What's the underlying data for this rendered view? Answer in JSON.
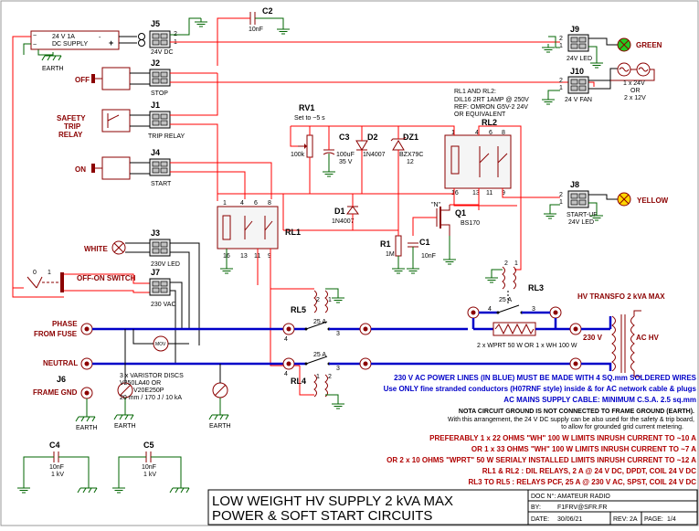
{
  "components": {
    "supply_box": {
      "line1": "24 V 1A",
      "line2": "DC SUPPLY",
      "minus": "~",
      "minus2": "~",
      "neg": "-",
      "pos": "+"
    },
    "earth_top": "EARTH",
    "J5": {
      "ref": "J5",
      "label": "24V DC"
    },
    "C2": {
      "ref": "C2",
      "value": "10nF"
    },
    "J9": {
      "ref": "J9",
      "label": "24V LED"
    },
    "green_led": "GREEN",
    "J2": {
      "ref": "J2",
      "label": "STOP"
    },
    "off": "OFF",
    "J10": {
      "ref": "J10",
      "label": "24 V FAN"
    },
    "fan_note": {
      "l1": "1 x 24V",
      "l2": "OR",
      "l3": "2 x 12V"
    },
    "relay_note": {
      "l1": "RL1 AND RL2:",
      "l2": "DIL16 2RT 1AMP @ 250V",
      "l3": "REF:  OMRON G5V-2  24V",
      "l4": "OR EQUIVALENT"
    },
    "RV1": {
      "ref": "RV1",
      "note": "Set to ~5 s",
      "value": "100k"
    },
    "C3": {
      "ref": "C3",
      "v1": "100uF",
      "v2": "35 V"
    },
    "D2": {
      "ref": "D2",
      "value": "1N4007"
    },
    "DZ1": {
      "ref": "DZ1",
      "v1": "BZX79C",
      "v2": "12"
    },
    "RL2": {
      "ref": "RL2"
    },
    "J1": {
      "ref": "J1",
      "label": "TRIP RELAY"
    },
    "safety": {
      "l1": "SAFETY",
      "l2": "TRIP",
      "l3": "RELAY"
    },
    "J4": {
      "ref": "J4",
      "label": "START"
    },
    "on": "ON",
    "J8": {
      "ref": "J8",
      "label1": "START-UP",
      "label2": "24V LED"
    },
    "yellow_led": "YELLOW",
    "D1": {
      "ref": "D1",
      "value": "1N4007"
    },
    "Q1": {
      "ref": "Q1",
      "value": "BS170"
    },
    "RL1": {
      "ref": "RL1"
    },
    "R1": {
      "ref": "R1",
      "value": "1M"
    },
    "C1": {
      "ref": "C1",
      "value": "10nF"
    },
    "J3": {
      "ref": "J3",
      "label": "230V LED"
    },
    "white_led": "WHITE",
    "switch": {
      "label": "OFF-ON SWITCH",
      "zero": "0",
      "one": "1"
    },
    "J7": {
      "ref": "J7",
      "label": "230 VAC"
    },
    "RL3": {
      "ref": "RL3"
    },
    "RL5": {
      "ref": "RL5",
      "amp": "25 A"
    },
    "RL4": {
      "ref": "RL4",
      "amp": "25 A"
    },
    "rl3_amp": "25 A",
    "hv_transfo": "HV TRANSFO 2 kVA MAX",
    "v230": "230 V",
    "achv": "AC HV",
    "phase": {
      "l1": "PHASE",
      "l2": "FROM FUSE"
    },
    "neutral": "NEUTRAL",
    "resistor_note": "2 x WPRT 50 W OR 1 x WH 100 W",
    "J6": {
      "ref": "J6",
      "label": "FRAME GND"
    },
    "varistor": {
      "l1": "3 x VARISTOR DISCS",
      "l2": "V250LA40 OR",
      "l3": "V20E250P",
      "l4": "20 mm / 170 J / 10 kA",
      "mov": "MOV"
    },
    "earth1": "EARTH",
    "earth2": "EARTH",
    "earth3": "EARTH",
    "C4": {
      "ref": "C4",
      "v1": "10nF",
      "v2": "1 kV"
    },
    "C5": {
      "ref": "C5",
      "v1": "10nF",
      "v2": "1 kV"
    }
  },
  "pins": {
    "p1": "1",
    "p2": "2",
    "p3": "3",
    "p4": "4",
    "p5": "5",
    "p6": "6",
    "p8": "8",
    "p9": "9",
    "p11": "11",
    "p13": "13",
    "p16": "16"
  },
  "notes": {
    "n1": "230 V AC POWER LINES (IN BLUE)  MUST BE MADE WITH 4 SQ.mm SOLDERED WIRES",
    "n2": "Use ONLY fine stranded conductors (H07RNF style) inside & for AC network cable & plugs",
    "n3": "AC MAINS SUPPLY CABLE: MINIMUM C.S.A. 2.5 sq.mm",
    "n4": "NOTA CIRCUIT GROUND IS NOT CONNECTED TO FRAME GROUND (EARTH).",
    "n5": "With this arrangement, the 24 V DC supply can be also used for the safety & trip board,",
    "n6": "to allow for grounded grid current metering.",
    "n7": "PREFERABLY 1 x 22 OHMS \"WH\" 100 W LIMITS INRUSH CURRENT TO ~10 A",
    "n8": "OR 1 x 33 OHMS \"WH\" 100 W LIMITS INRUSH CURRENT TO ~7 A",
    "n9": "OR 2 x 10 OHMS \"WPRT\" 50 W SERIALY INSTALLED LIMITS INRUSH CURRENT TO ~12 A",
    "n10": "RL1 & RL2 : DIL RELAYS, 2  A @ 24 V DC, DPDT, COIL 24 V DC",
    "n11": "RL3 TO RL5 : RELAYS PCF, 25 A @ 230 V AC, SPST, COIL 24 V DC"
  },
  "title_block": {
    "title1": "LOW WEIGHT HV SUPPLY 2 kVA MAX",
    "title2": "POWER & SOFT START CIRCUITS",
    "doc_label": "DOC N°:",
    "doc_value": "AMATEUR RADIO",
    "by_label": "BY:",
    "by_value": "F1FRV@SFR.FR",
    "date_label": "DATE:",
    "date_value": "30/06/21",
    "rev_label": "REV:",
    "rev_value": "2A",
    "page_label": "PAGE:",
    "page_value": "1/4"
  },
  "colors": {
    "wire": "#ff0000",
    "ground_wire": "#006400",
    "power_line": "#0000c8",
    "component": "#8b0000"
  }
}
